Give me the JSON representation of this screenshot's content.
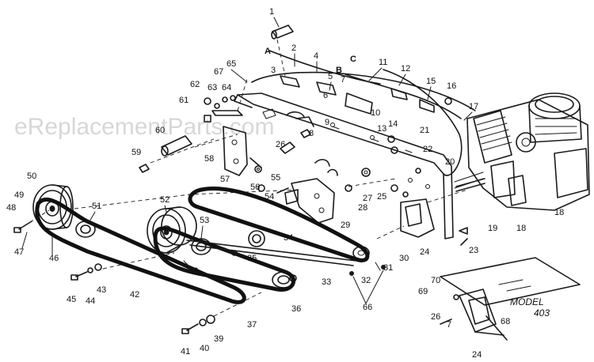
{
  "watermark": "eReplacementParts.com",
  "model_label": "MODEL",
  "model_number": "403",
  "callouts": [
    {
      "id": "p1",
      "text": "1"
    },
    {
      "id": "p2",
      "text": "2"
    },
    {
      "id": "p3",
      "text": "3"
    },
    {
      "id": "p4",
      "text": "4"
    },
    {
      "id": "p5",
      "text": "5"
    },
    {
      "id": "p6",
      "text": "6"
    },
    {
      "id": "p7",
      "text": "7"
    },
    {
      "id": "p7b",
      "text": "7"
    },
    {
      "id": "p8",
      "text": "8"
    },
    {
      "id": "p9",
      "text": "9"
    },
    {
      "id": "p10",
      "text": "10"
    },
    {
      "id": "p11",
      "text": "11"
    },
    {
      "id": "p12",
      "text": "12"
    },
    {
      "id": "p13",
      "text": "13"
    },
    {
      "id": "p14",
      "text": "14"
    },
    {
      "id": "p15",
      "text": "15"
    },
    {
      "id": "p16",
      "text": "16"
    },
    {
      "id": "p17",
      "text": "17"
    },
    {
      "id": "p18",
      "text": "18"
    },
    {
      "id": "p18b",
      "text": "18"
    },
    {
      "id": "p19",
      "text": "19"
    },
    {
      "id": "p20",
      "text": "20"
    },
    {
      "id": "p21",
      "text": "21"
    },
    {
      "id": "p22",
      "text": "22"
    },
    {
      "id": "p23",
      "text": "23"
    },
    {
      "id": "p24",
      "text": "24"
    },
    {
      "id": "p24b",
      "text": "24"
    },
    {
      "id": "p25",
      "text": "25"
    },
    {
      "id": "p26",
      "text": "26"
    },
    {
      "id": "p26b",
      "text": "26"
    },
    {
      "id": "p27",
      "text": "27"
    },
    {
      "id": "p28",
      "text": "28"
    },
    {
      "id": "p29",
      "text": "29"
    },
    {
      "id": "p30",
      "text": "30"
    },
    {
      "id": "p31",
      "text": "31"
    },
    {
      "id": "p32",
      "text": "32"
    },
    {
      "id": "p33",
      "text": "33"
    },
    {
      "id": "p34",
      "text": "34"
    },
    {
      "id": "p35",
      "text": "35"
    },
    {
      "id": "p36",
      "text": "36"
    },
    {
      "id": "p37",
      "text": "37"
    },
    {
      "id": "p38",
      "text": "38"
    },
    {
      "id": "p39",
      "text": "39"
    },
    {
      "id": "p40",
      "text": "40"
    },
    {
      "id": "p41",
      "text": "41"
    },
    {
      "id": "p42",
      "text": "42"
    },
    {
      "id": "p43",
      "text": "43"
    },
    {
      "id": "p44",
      "text": "44"
    },
    {
      "id": "p45",
      "text": "45"
    },
    {
      "id": "p46",
      "text": "46"
    },
    {
      "id": "p47",
      "text": "47"
    },
    {
      "id": "p48",
      "text": "48"
    },
    {
      "id": "p49",
      "text": "49"
    },
    {
      "id": "p50",
      "text": "50"
    },
    {
      "id": "p51",
      "text": "51"
    },
    {
      "id": "p52",
      "text": "52"
    },
    {
      "id": "p53",
      "text": "53"
    },
    {
      "id": "p54",
      "text": "54"
    },
    {
      "id": "p55",
      "text": "55"
    },
    {
      "id": "p56",
      "text": "56"
    },
    {
      "id": "p57",
      "text": "57"
    },
    {
      "id": "p58",
      "text": "58"
    },
    {
      "id": "p59",
      "text": "59"
    },
    {
      "id": "p60",
      "text": "60"
    },
    {
      "id": "p61",
      "text": "61"
    },
    {
      "id": "p62",
      "text": "62"
    },
    {
      "id": "p63",
      "text": "63"
    },
    {
      "id": "p64",
      "text": "64"
    },
    {
      "id": "p65",
      "text": "65"
    },
    {
      "id": "p66",
      "text": "66"
    },
    {
      "id": "p67",
      "text": "67"
    },
    {
      "id": "p68",
      "text": "68"
    },
    {
      "id": "p69",
      "text": "69"
    },
    {
      "id": "p70",
      "text": "70"
    }
  ],
  "cable_letters": [
    {
      "id": "lA",
      "text": "A"
    },
    {
      "id": "lB",
      "text": "B"
    },
    {
      "id": "lC",
      "text": "C"
    }
  ]
}
